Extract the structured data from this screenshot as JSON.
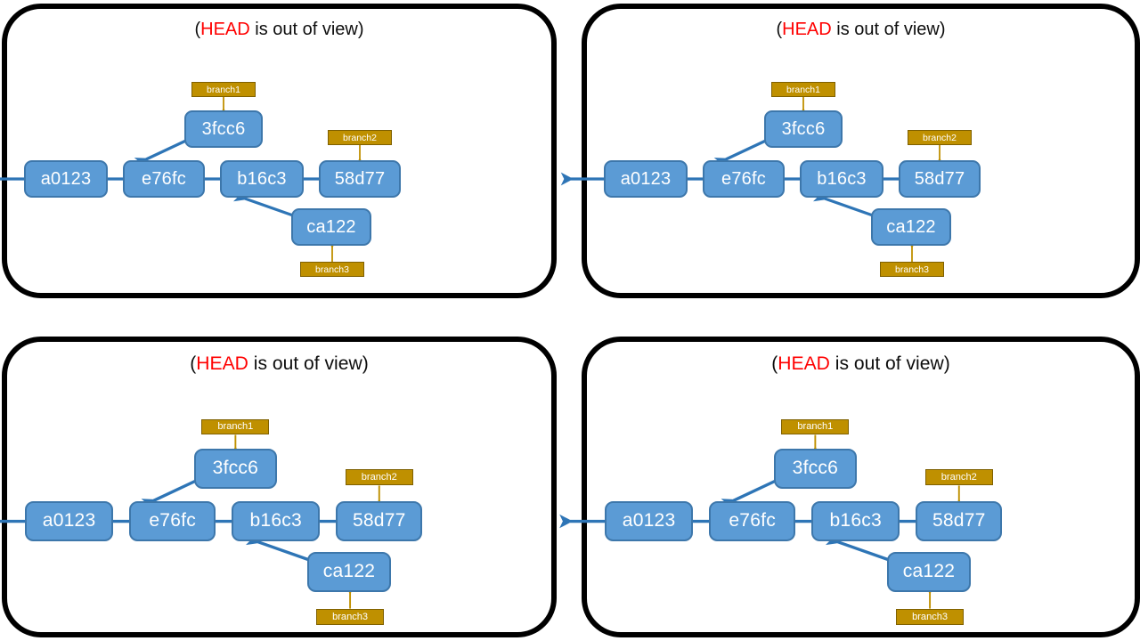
{
  "figure": {
    "background": "#ffffff",
    "panel_border_color": "#000000",
    "commit_fill": "#5b9bd5",
    "commit_stroke": "#3d77ab",
    "commit_text_color": "#ffffff",
    "branch_fill": "#bf9000",
    "branch_stroke": "#7f6000",
    "branch_text_color": "#ffffff",
    "arrow_blue": "#2e75b6",
    "arrow_gold": "#bf9000",
    "head_highlight_color": "#ff0000"
  },
  "title": {
    "open_paren": "(",
    "head": "HEAD",
    "rest": " is out of view)"
  },
  "commits": {
    "a0123": "a0123",
    "e76fc": "e76fc",
    "b16c3": "b16c3",
    "58d77": "58d77",
    "3fcc6": "3fcc6",
    "ca122": "ca122"
  },
  "branches": {
    "branch1": "branch1",
    "branch2": "branch2",
    "branch3": "branch3"
  },
  "panels": [
    {
      "id": "panel-top-left",
      "position": "top-left",
      "title_text": "(HEAD is out of view)"
    },
    {
      "id": "panel-top-right",
      "position": "top-right",
      "title_text": "(HEAD is out of view)"
    },
    {
      "id": "panel-bottom-left",
      "position": "bottom-left",
      "title_text": "(HEAD is out of view)"
    },
    {
      "id": "panel-bottom-right",
      "position": "bottom-right",
      "title_text": "(HEAD is out of view)"
    }
  ],
  "graph_structure": {
    "type": "dag",
    "nodes": [
      "a0123",
      "e76fc",
      "b16c3",
      "58d77",
      "3fcc6",
      "ca122"
    ],
    "edges": [
      {
        "from": "a0123",
        "to": "offscreen-left",
        "style": "straight-left"
      },
      {
        "from": "e76fc",
        "to": "a0123",
        "style": "straight-left"
      },
      {
        "from": "b16c3",
        "to": "e76fc",
        "style": "straight-left"
      },
      {
        "from": "58d77",
        "to": "b16c3",
        "style": "straight-left"
      },
      {
        "from": "3fcc6",
        "to": "e76fc",
        "style": "diagonal-down-left"
      },
      {
        "from": "ca122",
        "to": "b16c3",
        "style": "diagonal-up-left"
      }
    ],
    "branch_pointers": [
      {
        "branch": "branch1",
        "commit": "3fcc6",
        "direction": "down"
      },
      {
        "branch": "branch2",
        "commit": "58d77",
        "direction": "down"
      },
      {
        "branch": "branch3",
        "commit": "ca122",
        "direction": "up"
      }
    ]
  }
}
